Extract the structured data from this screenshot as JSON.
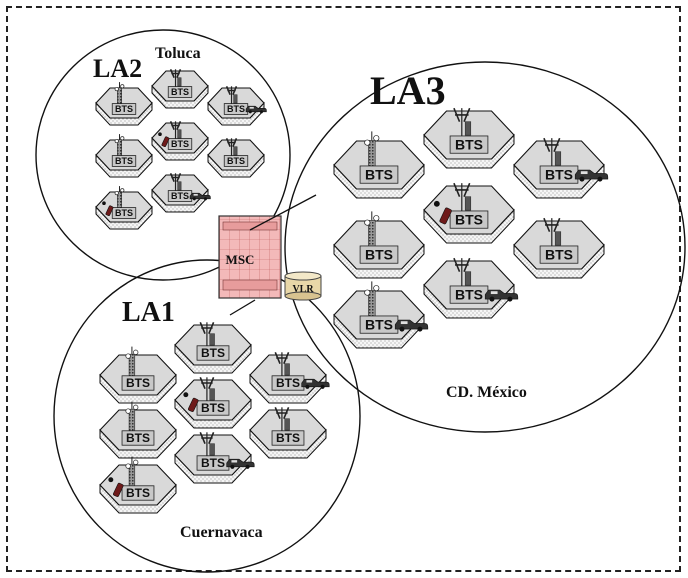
{
  "areas": [
    {
      "id": "la2",
      "label": "LA2",
      "city": "Toluca"
    },
    {
      "id": "la3",
      "label": "LA3",
      "city": "CD. México"
    },
    {
      "id": "la1",
      "label": "LA1",
      "city": "Cuernavaca"
    }
  ],
  "core": {
    "msc": "MSC",
    "vlr": "VLR"
  },
  "cell_label": "BTS",
  "clusters": [
    {
      "area": "la2",
      "cells": [
        {
          "label": "BTS",
          "antenna": "tower",
          "mobile": "none"
        },
        {
          "label": "BTS",
          "antenna": "mast",
          "mobile": "none"
        },
        {
          "label": "BTS",
          "antenna": "mast",
          "mobile": "car"
        },
        {
          "label": "BTS",
          "antenna": "tower",
          "mobile": "none"
        },
        {
          "label": "BTS",
          "antenna": "mast",
          "mobile": "phone"
        },
        {
          "label": "BTS",
          "antenna": "mast",
          "mobile": "none"
        },
        {
          "label": "BTS",
          "antenna": "tower",
          "mobile": "phone"
        },
        {
          "label": "BTS",
          "antenna": "mast",
          "mobile": "car"
        }
      ]
    },
    {
      "area": "la3",
      "cells": [
        {
          "label": "BTS",
          "antenna": "tower",
          "mobile": "none"
        },
        {
          "label": "BTS",
          "antenna": "mast",
          "mobile": "none"
        },
        {
          "label": "BTS",
          "antenna": "mast",
          "mobile": "car"
        },
        {
          "label": "BTS",
          "antenna": "tower",
          "mobile": "none"
        },
        {
          "label": "BTS",
          "antenna": "mast",
          "mobile": "phone"
        },
        {
          "label": "BTS",
          "antenna": "mast",
          "mobile": "none"
        },
        {
          "label": "BTS",
          "antenna": "mast",
          "mobile": "car"
        },
        {
          "label": "BTS",
          "antenna": "tower",
          "mobile": "car"
        }
      ]
    },
    {
      "area": "la1",
      "cells": [
        {
          "label": "BTS",
          "antenna": "tower",
          "mobile": "none"
        },
        {
          "label": "BTS",
          "antenna": "mast",
          "mobile": "none"
        },
        {
          "label": "BTS",
          "antenna": "mast",
          "mobile": "car"
        },
        {
          "label": "BTS",
          "antenna": "tower",
          "mobile": "none"
        },
        {
          "label": "BTS",
          "antenna": "mast",
          "mobile": "phone"
        },
        {
          "label": "BTS",
          "antenna": "mast",
          "mobile": "none"
        },
        {
          "label": "BTS",
          "antenna": "tower",
          "mobile": "phone"
        },
        {
          "label": "BTS",
          "antenna": "mast",
          "mobile": "car"
        }
      ]
    }
  ],
  "colors": {
    "cell_top": "#d9d9d9",
    "cell_side": "#f2f2f2",
    "outline": "#111111",
    "msc_fill": "#f4b8b8",
    "vlr_fill": "#e8d7a8",
    "car": "#333333",
    "phone": "#6e1a1a"
  }
}
